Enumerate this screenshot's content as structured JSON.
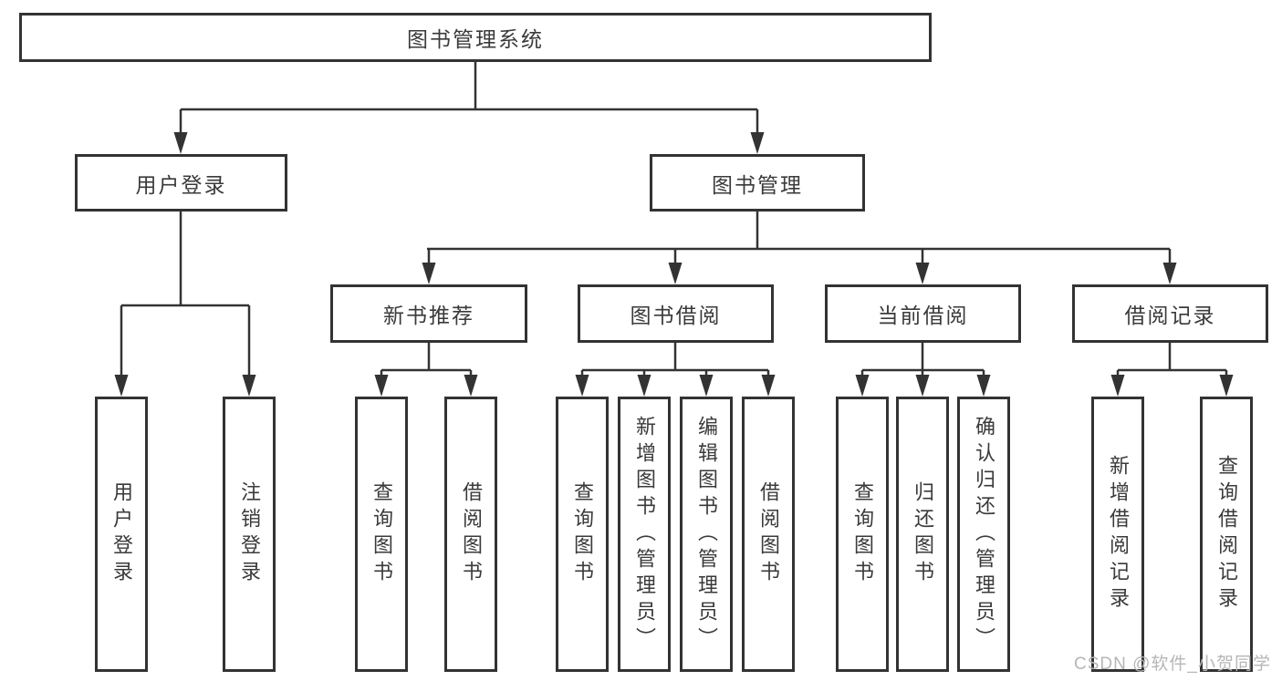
{
  "diagram": {
    "root": {
      "label": "图书管理系统"
    },
    "branches": [
      {
        "label": "用户登录",
        "children": [
          {
            "label": "用户登录"
          },
          {
            "label": "注销登录"
          }
        ]
      },
      {
        "label": "图书管理",
        "children": [
          {
            "label": "新书推荐",
            "children": [
              {
                "label": "查询图书"
              },
              {
                "label": "借阅图书"
              }
            ]
          },
          {
            "label": "图书借阅",
            "children": [
              {
                "label": "查询图书"
              },
              {
                "label": "新增图书（管理员）"
              },
              {
                "label": "编辑图书（管理员）"
              },
              {
                "label": "借阅图书"
              }
            ]
          },
          {
            "label": "当前借阅",
            "children": [
              {
                "label": "查询图书"
              },
              {
                "label": "归还图书"
              },
              {
                "label": "确认归还（管理员）"
              }
            ]
          },
          {
            "label": "借阅记录",
            "children": [
              {
                "label": "新增借阅记录"
              },
              {
                "label": "查询借阅记录"
              }
            ]
          }
        ]
      }
    ]
  },
  "colors": {
    "line": "#333333",
    "box_border": "#333333",
    "text": "#3a3a3a",
    "watermark": "#b6b6b6",
    "background": "#ffffff"
  },
  "watermark": {
    "text": "CSDN @软件_小贺同学"
  }
}
